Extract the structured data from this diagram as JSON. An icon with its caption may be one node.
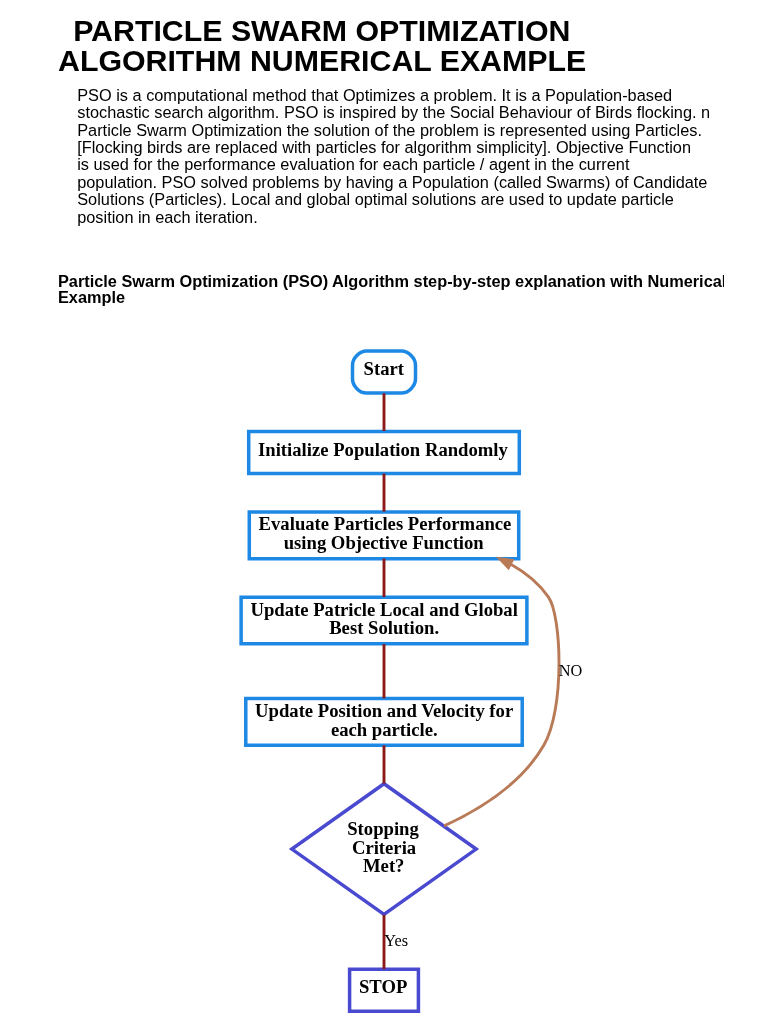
{
  "diagram": {
    "title": "PARTICLE SWARM OPTIMIZATION ALGORITHM NUMERICAL EXAMPLE",
    "nodes": [
      {
        "text": [
          "Start"
        ]
      },
      {
        "text": [
          "Initialize Population Randomly"
        ]
      },
      {
        "text": [
          "Evaluate Particles Performance using Objective Function"
        ]
      },
      {
        "text": [
          "Update Patricle Local and Global Best Solution."
        ]
      },
      {
        "text": [
          "Update Position and Velocity for each particle."
        ]
      },
      {
        "text": [
          "Stopping Criteria Met?"
        ]
      },
      {
        "text": [
          "STOP"
        ]
      }
    ],
    "edges": [
      {
        "from": 0,
        "to": 1,
        "arrow": "none"
      },
      {
        "from": 1,
        "to": 2,
        "arrow": "none"
      },
      {
        "from": 2,
        "to": 3,
        "arrow": "none"
      },
      {
        "from": 3,
        "to": 4,
        "arrow": "none"
      },
      {
        "from": 4,
        "to": 5,
        "arrow": "none"
      },
      {
        "from": 5,
        "to": 6,
        "label": "Yes",
        "arrow": "none"
      },
      {
        "from": 5,
        "to": 2,
        "label": "NO",
        "arrow": "to",
        "color": "#b97a57"
      }
    ],
    "labels": [
      "PSO is a computational method that Optimizes a problem. It is a Population-based stochastic search algorithm. PSO is inspired by the Social Behaviour of Birds flocking. n Particle Swarm Optimization the solution of the problem is represented using Particles. [Flocking birds are replaced with particles for algorithm simplicity]. Objective Function is used for the performance evaluation for each particle / agent in the current population. PSO solved problems by having a Population (called Swarms) of Candidate Solutions (Particles). Local and global optimal solutions are used to update particle position in each iteration.",
      "Particle Swarm Optimization (PSO) Algorithm step-by-step explanation with Numerical Example"
    ]
  }
}
